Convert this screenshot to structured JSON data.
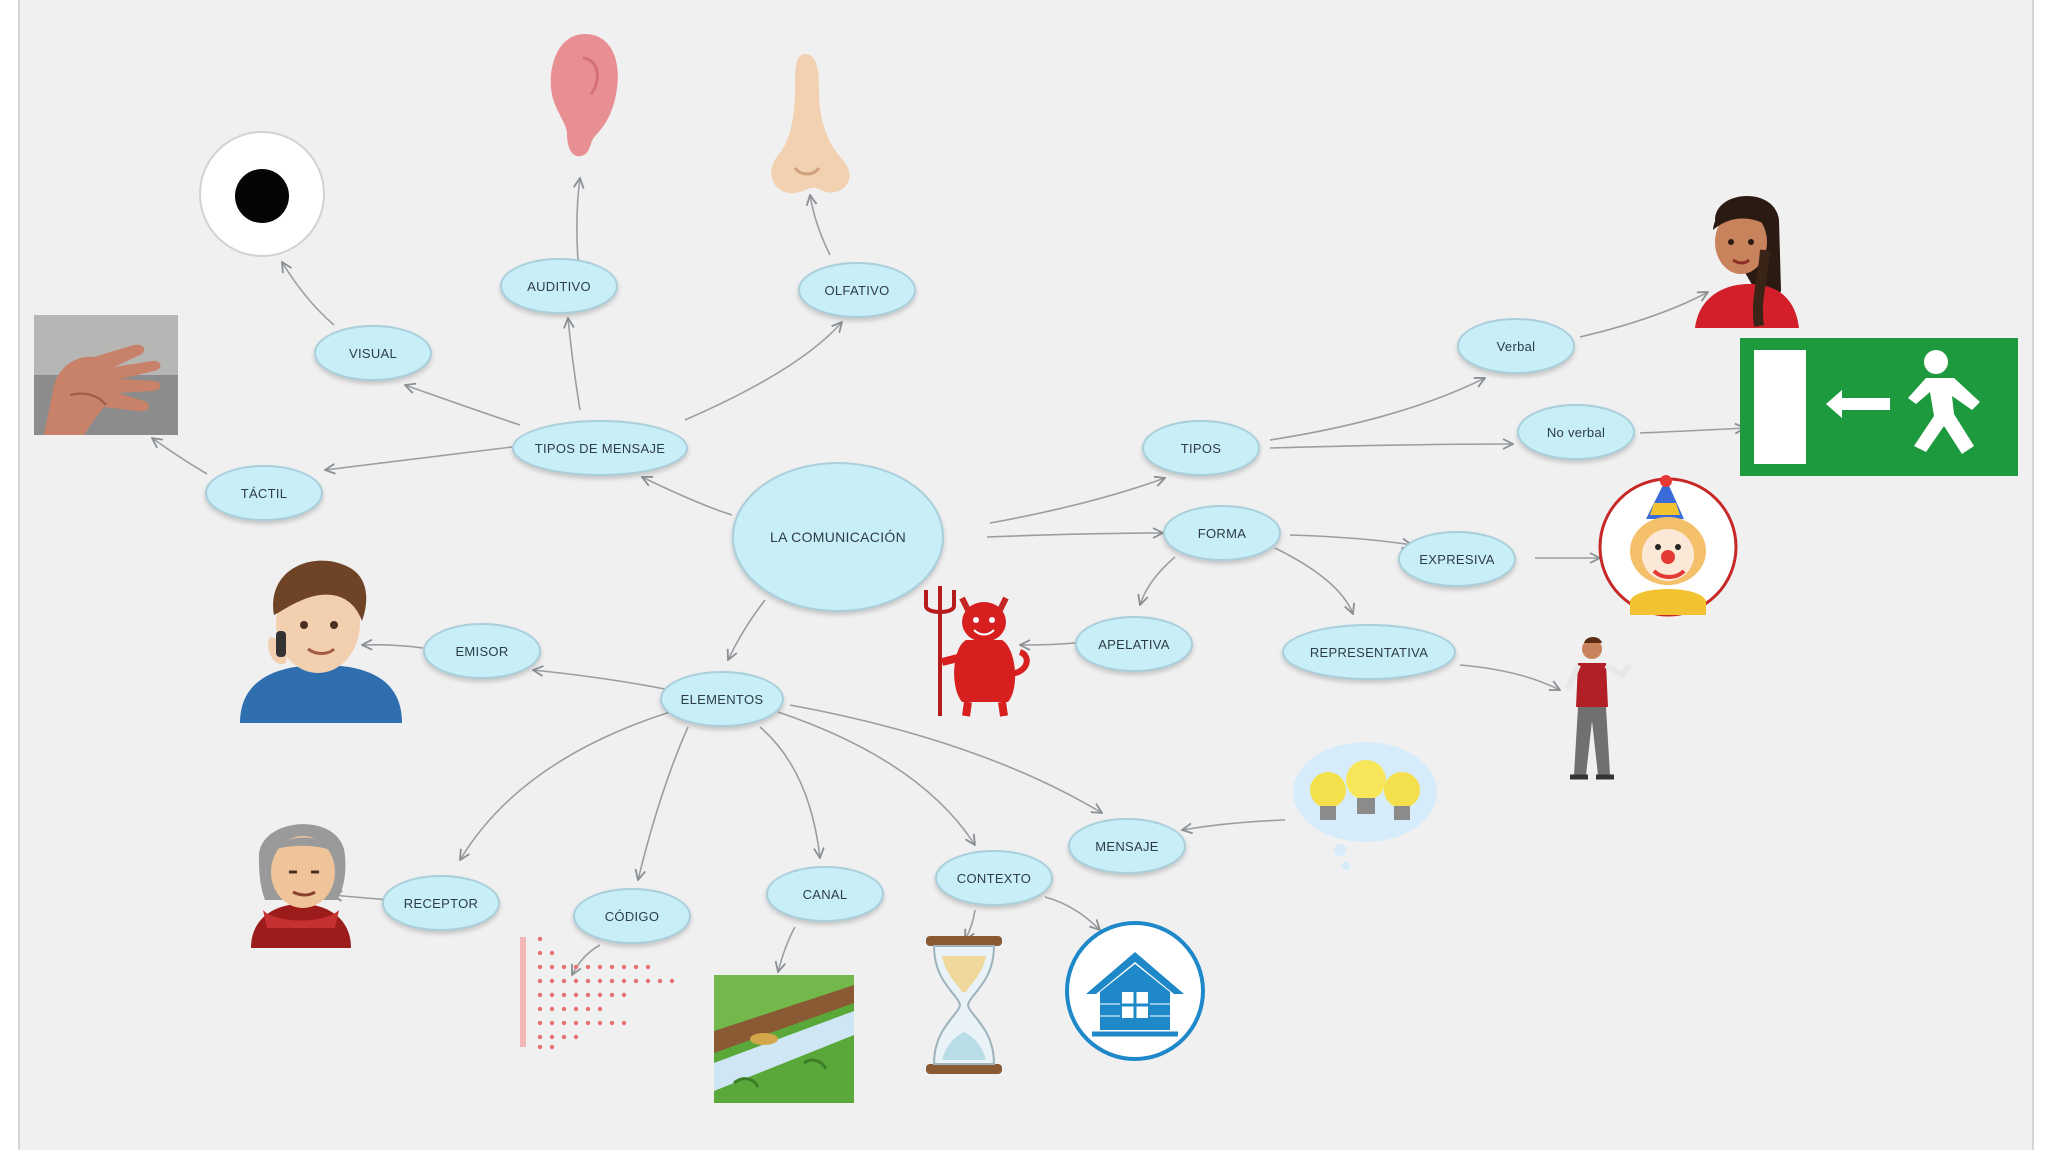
{
  "nodes": {
    "center": "LA COMUNICACIÓN",
    "tipos_mensaje": "TIPOS DE MENSAJE",
    "visual": "VISUAL",
    "auditivo": "AUDITIVO",
    "olfativo": "OLFATIVO",
    "tactil": "TÁCTIL",
    "tipos": "TIPOS",
    "verbal": "Verbal",
    "no_verbal": "No verbal",
    "forma": "FORMA",
    "expresiva": "EXPRESIVA",
    "apelativa": "APELATIVA",
    "representativa": "REPRESENTATIVA",
    "elementos": "ELEMENTOS",
    "emisor": "EMISOR",
    "receptor": "RECEPTOR",
    "codigo": "CÓDIGO",
    "canal": "CANAL",
    "contexto": "CONTEXTO",
    "mensaje": "MENSAJE"
  },
  "images": [
    "eye-icon",
    "ear-icon",
    "nose-icon",
    "hand-photo",
    "woman-portrait",
    "exit-sign",
    "clown-portrait",
    "devil-figure",
    "man-standing",
    "lightbulbs",
    "young-man-on-phone",
    "grandmother-portrait",
    "dot-code-pattern",
    "canal-landscape",
    "hourglass-icon",
    "house-icon"
  ],
  "colors": {
    "node_fill": "#c8eef8",
    "node_border": "#a9cfdb",
    "arrow": "#8a8f93",
    "background": "#f0f0f1",
    "exit_green": "#1d9a3e",
    "devil_red": "#d71f1f"
  }
}
